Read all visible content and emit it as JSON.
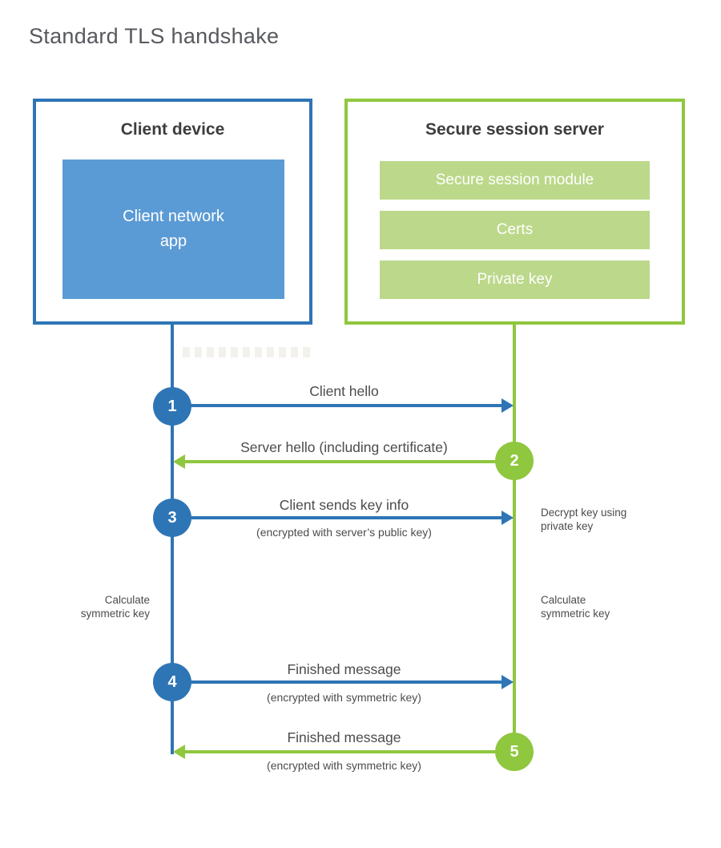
{
  "title": "Standard TLS handshake",
  "colors": {
    "client_blue": "#2e75b6",
    "client_fill_blue": "#5b9bd5",
    "server_green": "#8fc73e",
    "server_fill_green": "#bcd88a",
    "label_text": "#4c4c4c",
    "title_text": "#57595e"
  },
  "client": {
    "title": "Client device",
    "app": "Client network\napp"
  },
  "server": {
    "title": "Secure session server",
    "modules": [
      "Secure session module",
      "Certs",
      "Private key"
    ]
  },
  "steps": [
    {
      "num": "1",
      "label": "Client hello",
      "sub": ""
    },
    {
      "num": "2",
      "label": "Server hello (including certificate)",
      "sub": ""
    },
    {
      "num": "3",
      "label": "Client sends key info",
      "sub": "(encrypted with server’s public key)"
    },
    {
      "num": "4",
      "label": "Finished message",
      "sub": "(encrypted with symmetric key)"
    },
    {
      "num": "5",
      "label": "Finished message",
      "sub": "(encrypted with symmetric key)"
    }
  ],
  "notes": {
    "decrypt": "Decrypt key using\nprivate key",
    "calc_left": "Calculate\nsymmetric key",
    "calc_right": "Calculate\nsymmetric key"
  }
}
